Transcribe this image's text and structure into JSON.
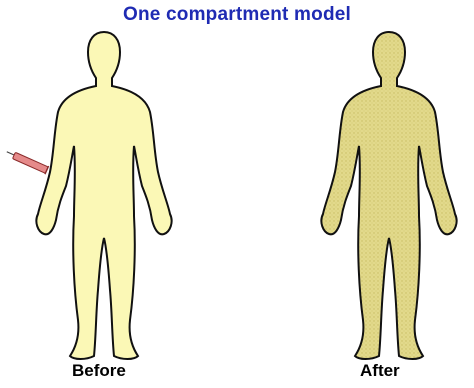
{
  "title": "One compartment model",
  "labels": {
    "before": "Before",
    "after": "After"
  },
  "colors": {
    "title": "#1f2bb3",
    "body_before": "#fbf8b6",
    "body_after": "#e2d98b",
    "outline": "#111111",
    "syringe": "#e58a8a"
  },
  "icons": {
    "syringe": "syringe-icon"
  }
}
